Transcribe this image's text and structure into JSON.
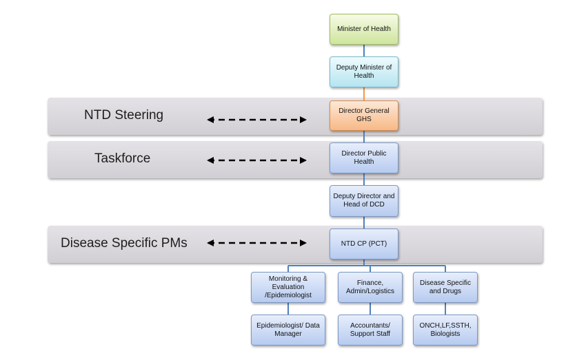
{
  "bands": [
    {
      "label": "NTD Steering"
    },
    {
      "label": "Taskforce"
    },
    {
      "label": "Disease Specific  PMs"
    }
  ],
  "boxes": {
    "minister": "Minister of Health",
    "deputy_minister": "Deputy Minister of Health",
    "director_general": "Director General GHS",
    "director_public_health": "Director Public Health",
    "deputy_director": "Deputy Director and Head of DCD",
    "ntd_cp": "NTD CP (PCT)",
    "monitoring": "Monitoring & Evaluation /Epidemiologist",
    "finance": "Finance, Admin/Logistics",
    "disease_specific": "Disease Specific and Drugs",
    "epidemiologist": "Epidemiologist/ Data Manager",
    "accountants": "Accountants/ Support Staff",
    "biologists": "ONCH,LF,SSTH, Biologists"
  },
  "colors": {
    "connector": "#4f81bd",
    "connector_orange": "#f79646",
    "arrow": "#000000"
  }
}
